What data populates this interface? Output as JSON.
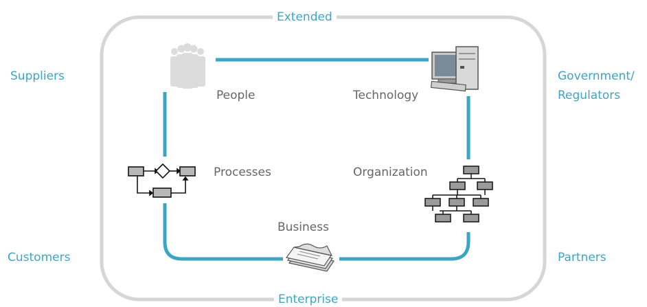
{
  "frame": {
    "top_label": "Extended",
    "bottom_label": "Enterprise"
  },
  "outer_labels": {
    "top_left": "Suppliers",
    "top_right_line1": "Government/",
    "top_right_line2": "Regulators",
    "bottom_left": "Customers",
    "bottom_right": "Partners"
  },
  "inner_labels": {
    "people": "People",
    "technology": "Technology",
    "processes": "Processes",
    "organization": "Organization",
    "business": "Business"
  },
  "icons": {
    "people": "people-group-icon",
    "technology": "computer-icon",
    "processes": "process-flow-icon",
    "organization": "org-chart-icon",
    "business": "document-stack-icon"
  },
  "colors": {
    "accent": "#3aa6c6",
    "frame": "#d6d6d6",
    "inner_text": "#666666"
  }
}
